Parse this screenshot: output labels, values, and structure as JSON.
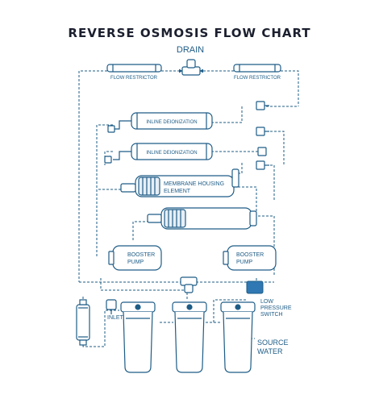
{
  "title": "REVERSE OSMOSIS FLOW CHART",
  "labels": {
    "drain": "DRAIN",
    "flow_restrictor_left": "FLOW RESTRICTOR",
    "flow_restrictor_right": "FLOW RESTRICTOR",
    "inline_deionization_1": "INLINE DEIONIZATION",
    "inline_deionization_2": "INLINE DEIONIZATION",
    "membrane_line1": "MEMBRANE HOUSING",
    "membrane_line2": "ELEMENT",
    "booster_pump_left_line1": "BOOSTER",
    "booster_pump_left_line2": "PUMP",
    "booster_pump_right_line1": "BOOSTER",
    "booster_pump_right_line2": "PUMP",
    "low_pressure_line1": "LOW",
    "low_pressure_line2": "PRESSURE",
    "low_pressure_line3": "SWITCH",
    "inlet": "INLET",
    "source_line1": "SOURCE",
    "source_line2": "WATER"
  },
  "colors": {
    "line": "#1e5c86",
    "accent": "#2f78b4",
    "title": "#1b1f2e"
  }
}
